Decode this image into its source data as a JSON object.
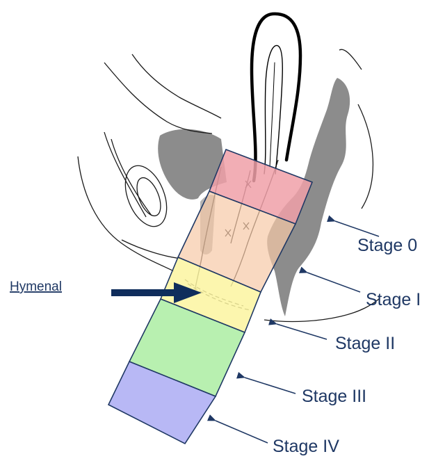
{
  "labels": {
    "hymenal": "Hymenal",
    "stage0": "Stage 0",
    "stage1": "Stage I",
    "stage2": "Stage II",
    "stage3": "Stage III",
    "stage4": "Stage IV"
  },
  "colors": {
    "stage0": "#f0a0a8",
    "stage1": "#f7c9a6",
    "stage2": "#fbf5a0",
    "stage3": "#b8f0b0",
    "stage4": "#b8b8f5",
    "label": "#1f3864",
    "arrow": "#0f2d5c",
    "anatomy_fill": "#8c8c8c"
  },
  "icons": {
    "hymenal_pointer": "thick-right-arrow-icon",
    "stage_pointer": "thin-diagonal-arrow-icon"
  }
}
